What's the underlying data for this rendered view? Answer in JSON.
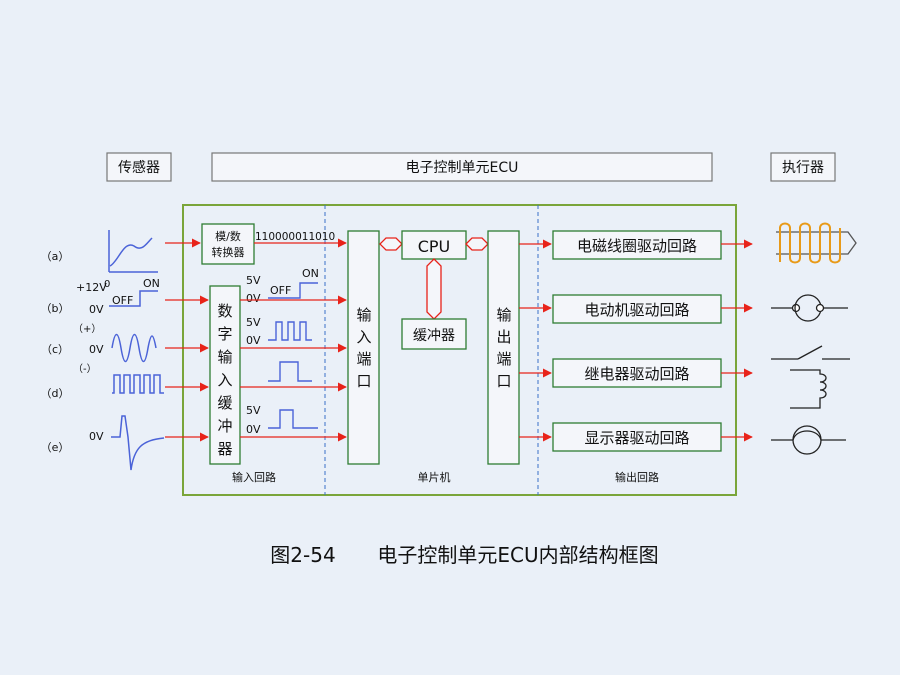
{
  "headers": {
    "sensors": "传感器",
    "ecu": "电子控制单元ECU",
    "actuators": "执行器"
  },
  "signals": [
    {
      "id": "a",
      "label": "（a）"
    },
    {
      "id": "b",
      "label": "（b）",
      "top_voltage": "+12V",
      "zero": "0",
      "on_label": "ON",
      "off_label": "OFF",
      "low_voltage": "0V"
    },
    {
      "id": "c",
      "label": "（c）",
      "sign_top": "（+）",
      "sign_bottom": "（-）",
      "low_voltage": "0V"
    },
    {
      "id": "d",
      "label": "（d）"
    },
    {
      "id": "e",
      "label": "（e）",
      "low_voltage": "0V"
    }
  ],
  "ecu": {
    "adc": {
      "line1": "模/数",
      "line2": "转换器",
      "binary": "110000011010"
    },
    "digital_buffer": [
      "数",
      "字",
      "输",
      "入",
      "缓",
      "冲",
      "器"
    ],
    "buffer_signals": {
      "v5": "5V",
      "v0": "0V",
      "on": "ON",
      "off": "OFF"
    },
    "input_port": [
      "输",
      "入",
      "端",
      "口"
    ],
    "cpu": "CPU",
    "cache": "缓冲器",
    "output_port": [
      "输",
      "出",
      "端",
      "口"
    ],
    "drivers": [
      "电磁线圈驱动回路",
      "电动机驱动回路",
      "继电器驱动回路",
      "显示器驱动回路"
    ],
    "section_labels": {
      "input": "输入回路",
      "mcu": "单片机",
      "output": "输出回路"
    }
  },
  "actuators": [
    "solenoid-coil-icon",
    "motor-icon",
    "relay-icon",
    "lamp-icon"
  ],
  "caption": {
    "number": "图2-54",
    "title": "电子控制单元ECU内部结构框图"
  },
  "colors": {
    "border_green": "#7aa53a",
    "arrow_red": "#e8231a",
    "wave_blue": "#4b63d8",
    "coil_orange": "#e89a19",
    "divider_blue": "#3b6fc8"
  }
}
